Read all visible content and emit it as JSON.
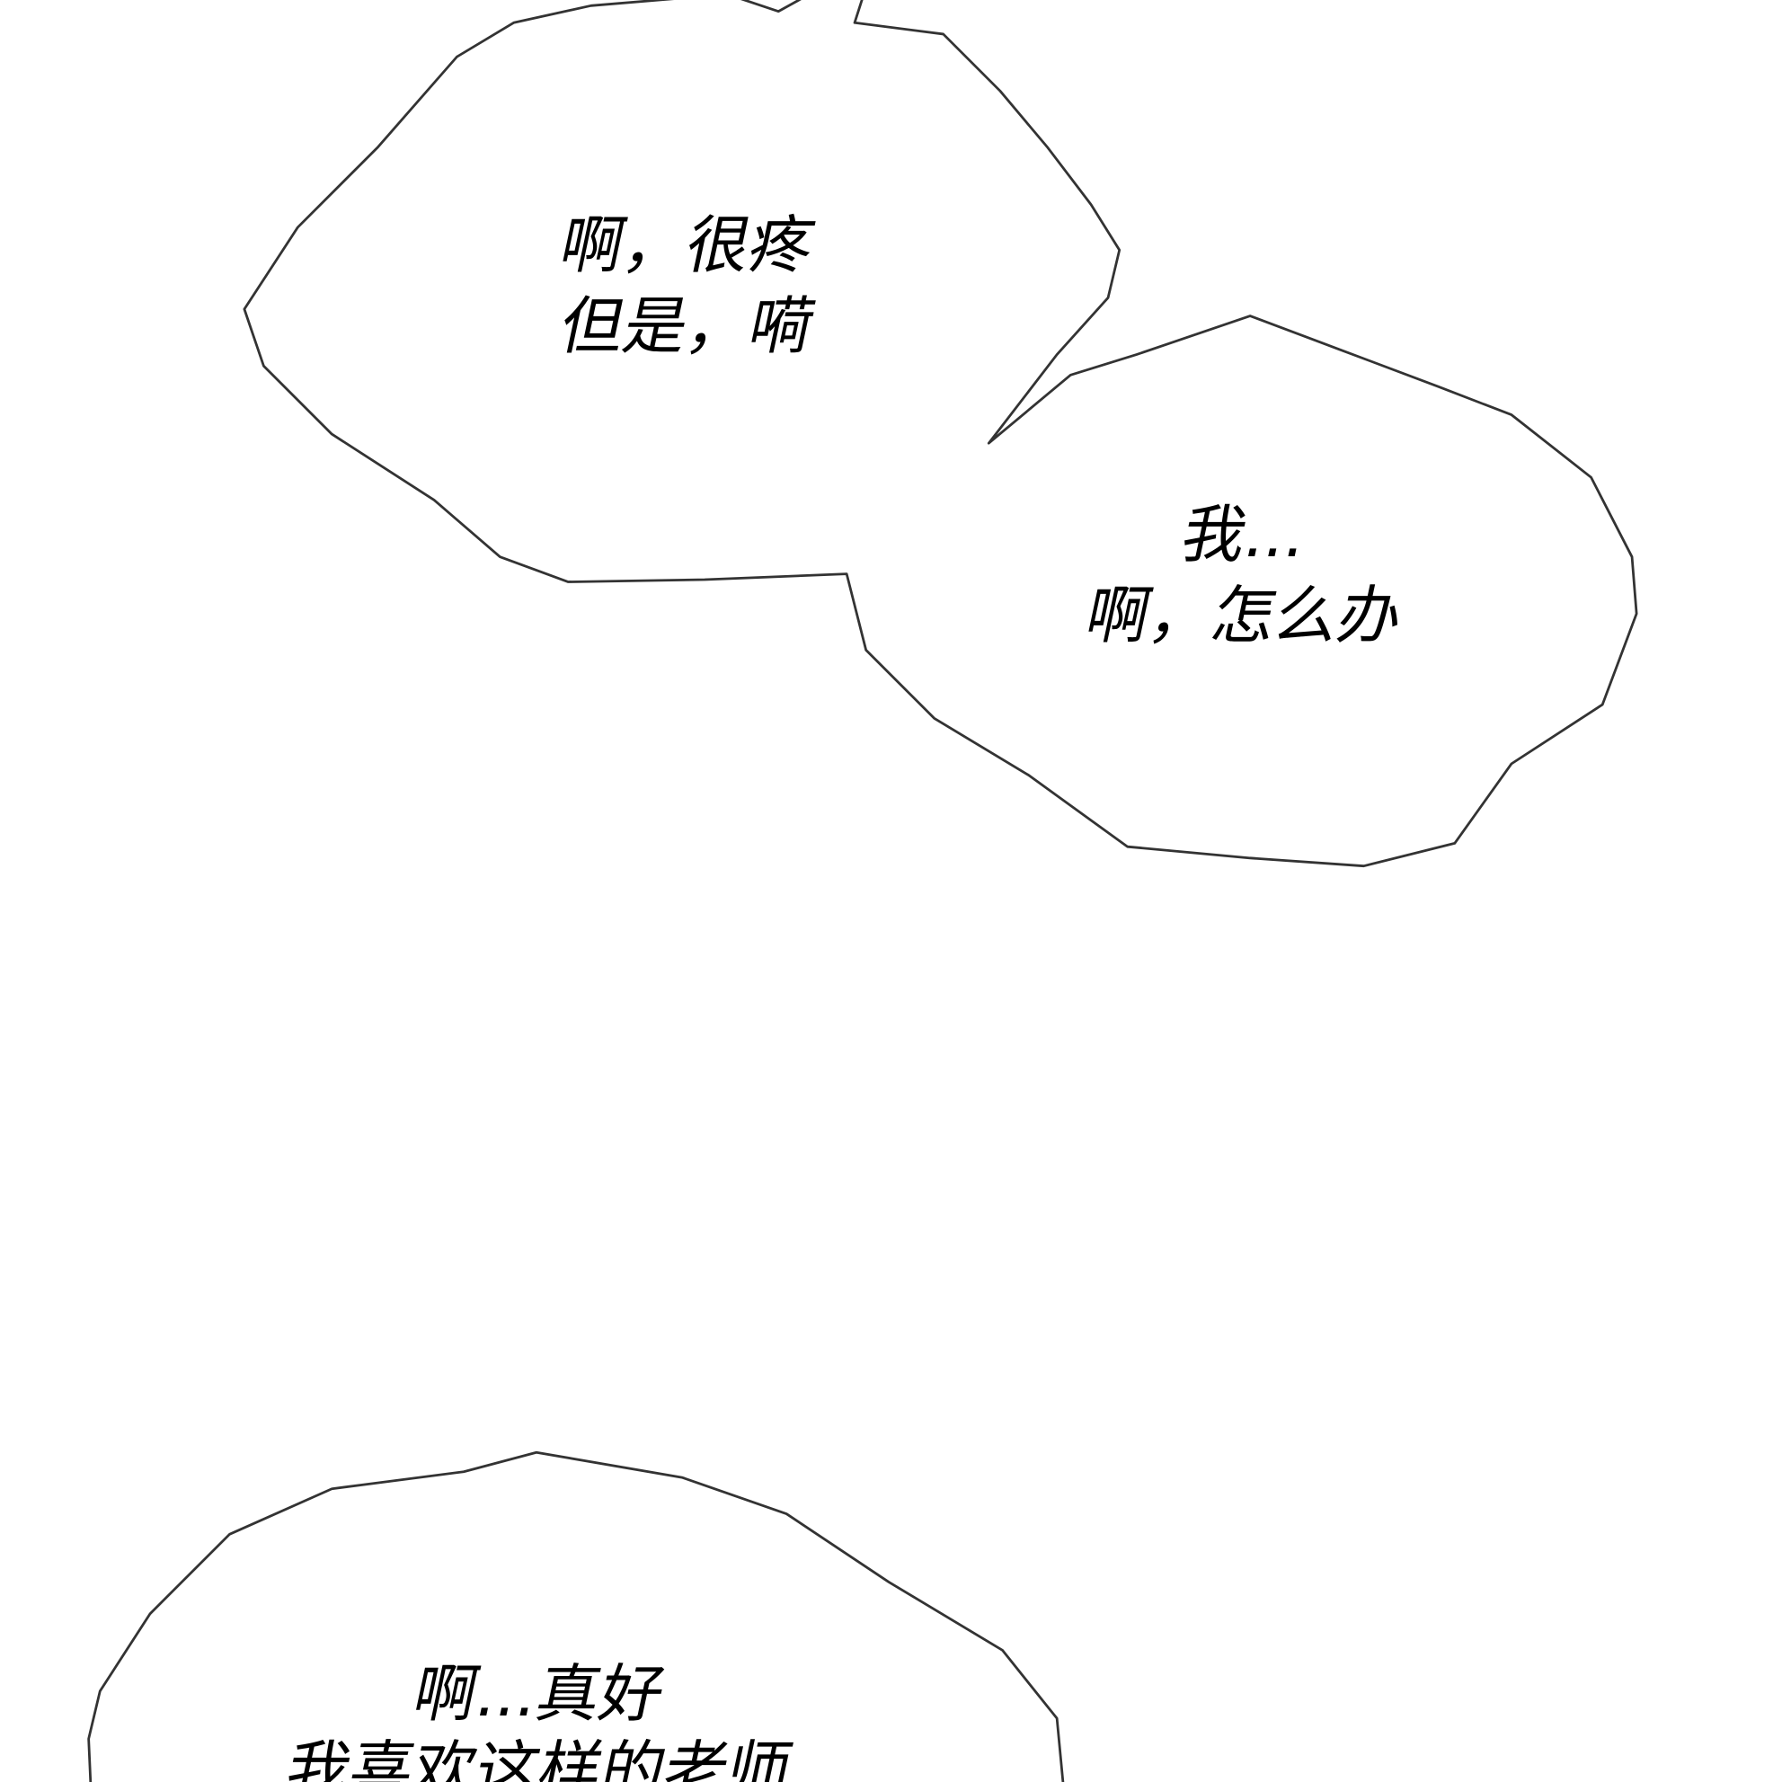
{
  "bubbles": [
    {
      "lines": [
        "啊，很疼",
        "但是，嗬"
      ]
    },
    {
      "lines": [
        "我...",
        "啊，怎么办"
      ]
    },
    {
      "lines": [
        "啊...真好",
        "我喜欢这样的老师"
      ]
    }
  ],
  "colors": {
    "background": "#ffffff",
    "outline": "#333333",
    "text": "#000000"
  }
}
